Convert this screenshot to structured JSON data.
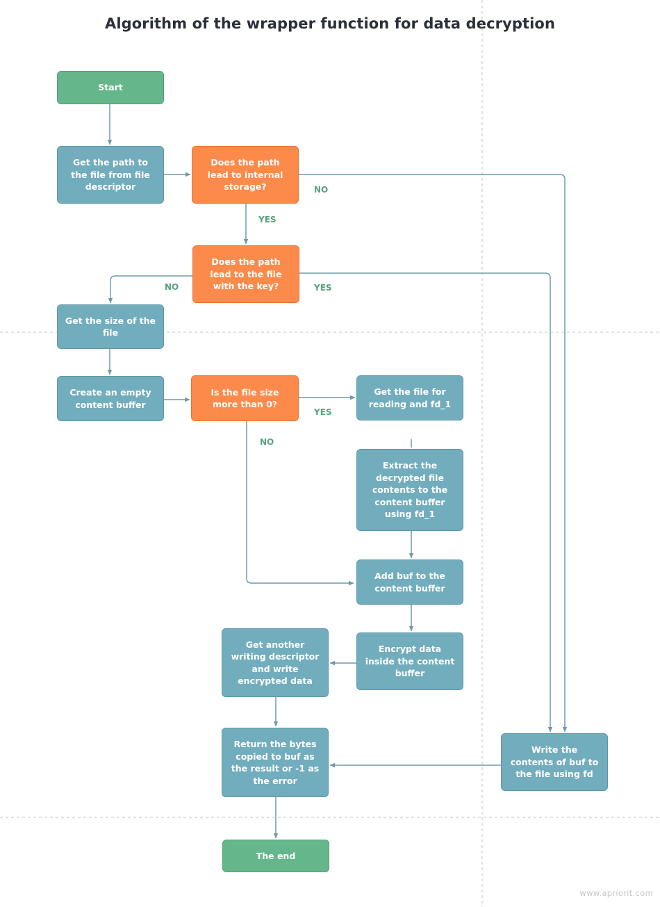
{
  "title": "Algorithm of the wrapper function for data decryption",
  "nodes": {
    "start": "Start",
    "get_path": "Get the path to the file from file descriptor",
    "internal_storage": "Does the path lead to internal storage?",
    "file_with_key": "Does the path lead to the file with the key?",
    "get_size": "Get the size of the file",
    "create_buffer": "Create an empty content buffer",
    "size_more_than_0": "Is the file size more than 0?",
    "get_file_reading": "Get the file for reading and fd_1",
    "extract_decrypted": "Extract the decrypted file contents to the content buffer using fd_1",
    "add_buf": "Add buf to the content buffer",
    "encrypt_data": "Encrypt data inside the content buffer",
    "get_writing_descriptor": "Get another writing descriptor and write encrypted data",
    "return_bytes": "Return the bytes copied to buf as the result or -1 as the error",
    "write_contents": "Write the contents of buf to the file using fd",
    "end": "The end"
  },
  "edge_labels": {
    "internal_no": "NO",
    "internal_yes": "YES",
    "key_no": "NO",
    "key_yes": "YES",
    "size_yes": "YES",
    "size_no": "NO"
  },
  "watermark": "www.apriorit.com",
  "colors": {
    "process": "#72adbd",
    "decision": "#fb8a4b",
    "terminal": "#66b68c",
    "edge": "#6f9aa6",
    "edge_label": "#56a17c"
  }
}
